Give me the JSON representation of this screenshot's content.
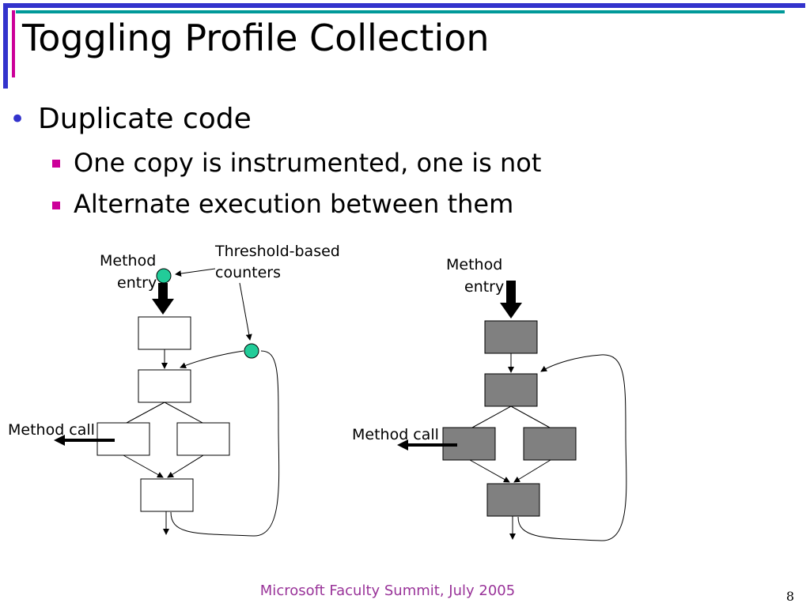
{
  "slide": {
    "title": "Toggling Profile Collection",
    "bullets": [
      {
        "text": "Duplicate code",
        "sub": [
          "One copy is instrumented, one is not",
          "Alternate execution between them"
        ]
      }
    ],
    "footer": "Microsoft Faculty Summit, July 2005",
    "page_number": "8"
  },
  "diagram": {
    "left": {
      "method_entry": [
        "Method",
        "entry"
      ],
      "threshold_label": [
        "Threshold-based",
        "counters"
      ],
      "method_call": "Method call",
      "block_fill": "#ffffff",
      "counter_color": "#22cc99"
    },
    "right": {
      "method_entry": [
        "Method",
        "entry"
      ],
      "method_call": "Method call",
      "block_fill": "#808080"
    }
  },
  "colors": {
    "accent_blue": "#3333cc",
    "accent_teal": "#009999",
    "accent_magenta": "#cc0099",
    "footer_text": "#993399"
  }
}
